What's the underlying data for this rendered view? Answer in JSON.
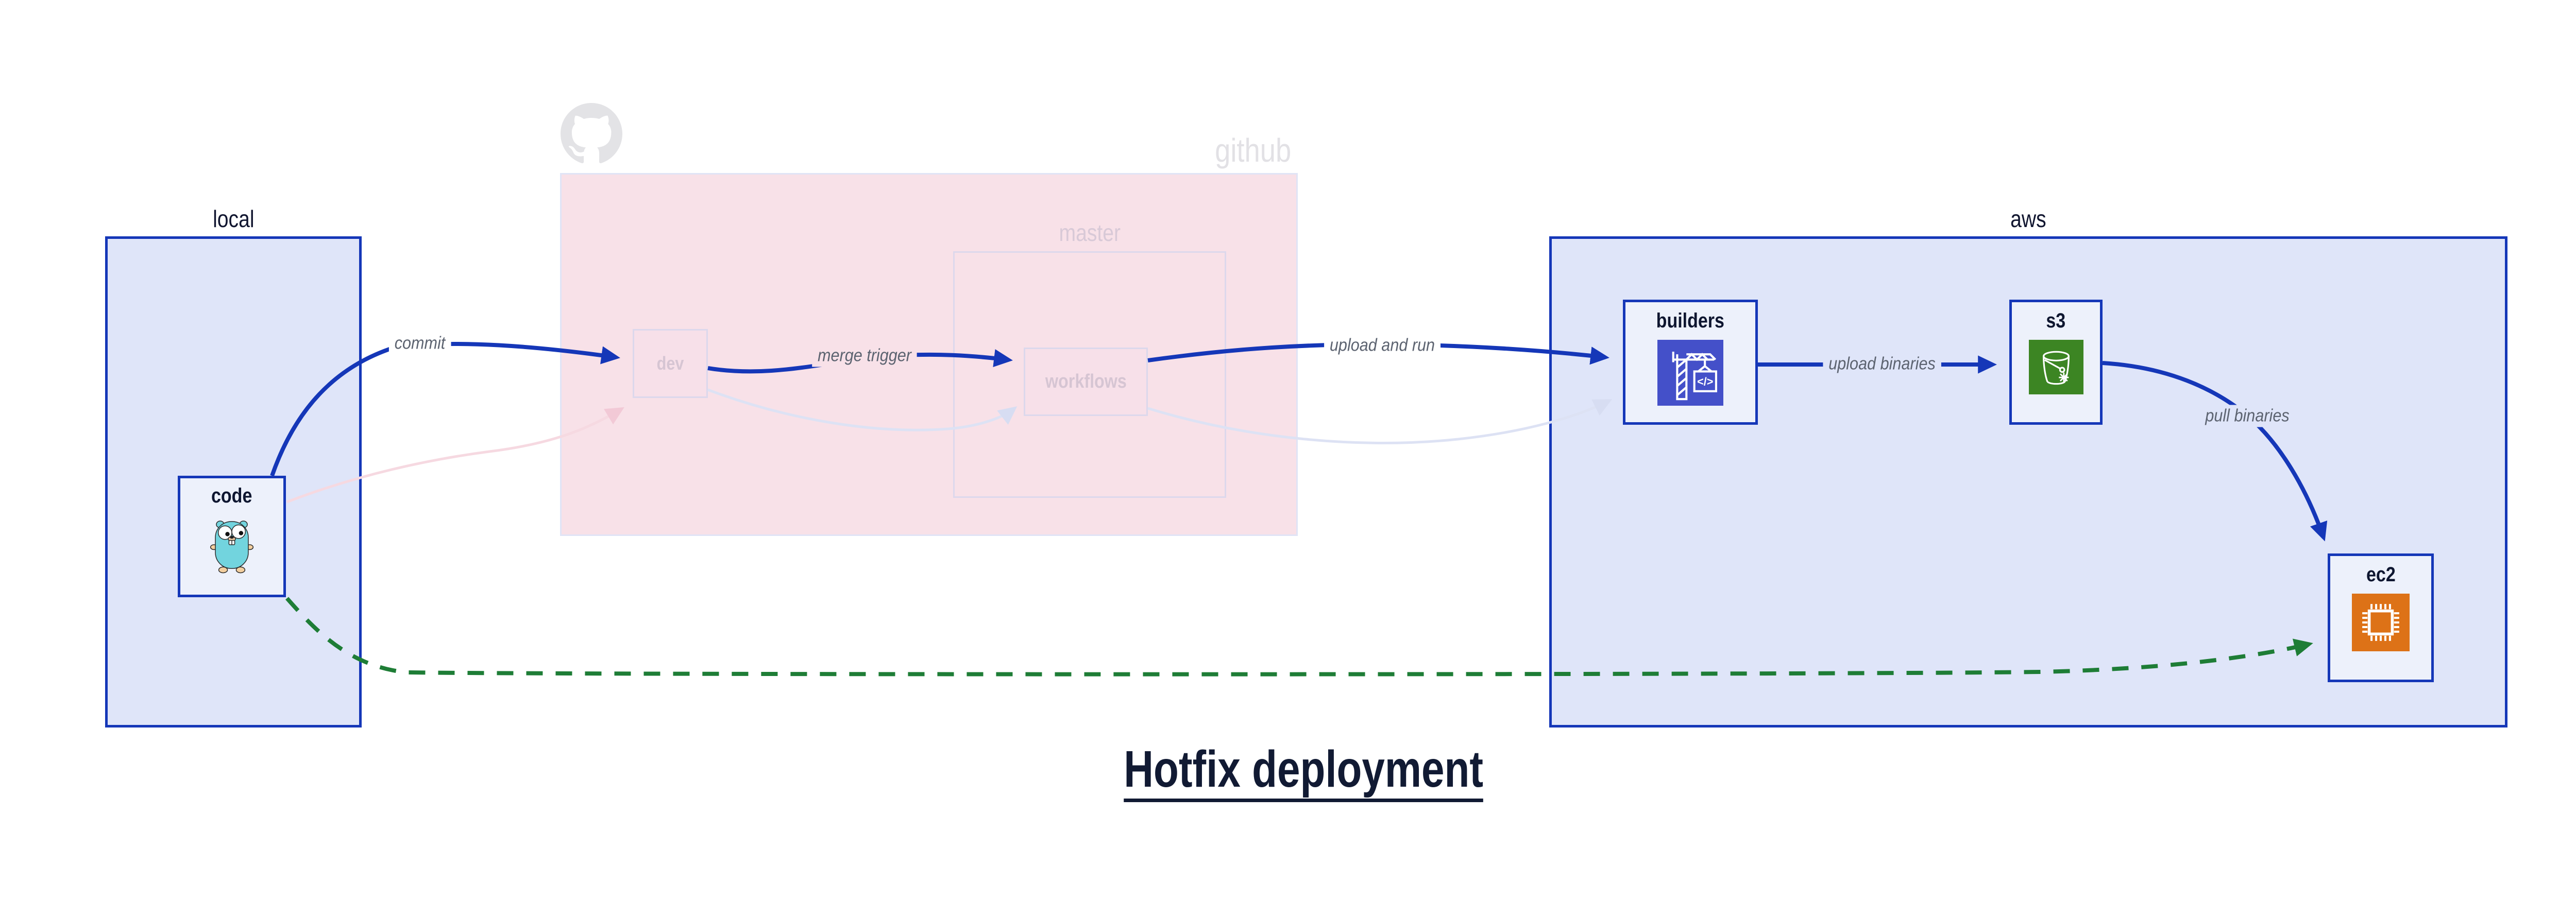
{
  "title": {
    "text": "Hotfix deployment"
  },
  "groups": {
    "local": {
      "label": "local"
    },
    "github": {
      "label": "github",
      "branch_label": "master"
    },
    "aws": {
      "label": "aws"
    }
  },
  "nodes": {
    "code": {
      "label": "code",
      "icon": "go-gopher"
    },
    "dev": {
      "label": "dev"
    },
    "workflows": {
      "label": "workflows"
    },
    "builders": {
      "label": "builders",
      "icon": "aws-codebuild-crane",
      "icon_glyph": "</>"
    },
    "s3": {
      "label": "s3",
      "icon": "aws-s3-glacier-bucket"
    },
    "ec2": {
      "label": "ec2",
      "icon": "aws-ec2-chip"
    }
  },
  "edges": [
    {
      "id": "commit",
      "label": "commit",
      "from": "code",
      "to": "dev",
      "style": "solid-blue"
    },
    {
      "id": "merge-trigger",
      "label": "merge trigger",
      "from": "dev",
      "to": "workflows",
      "style": "solid-blue"
    },
    {
      "id": "upload-and-run",
      "label": "upload and run",
      "from": "workflows",
      "to": "builders",
      "style": "solid-blue"
    },
    {
      "id": "upload-binaries",
      "label": "upload binaries",
      "from": "builders",
      "to": "s3",
      "style": "solid-blue"
    },
    {
      "id": "pull-binaries",
      "label": "pull binaries",
      "from": "s3",
      "to": "ec2",
      "style": "solid-blue"
    },
    {
      "id": "code-dev-faded",
      "label": "",
      "from": "code",
      "to": "dev",
      "style": "faded-pink"
    },
    {
      "id": "dev-workflows-faded",
      "label": "",
      "from": "dev",
      "to": "workflows",
      "style": "faded-lavender"
    },
    {
      "id": "workflows-builders-faded",
      "label": "",
      "from": "workflows",
      "to": "builders",
      "style": "faded-lavender"
    },
    {
      "id": "hotfix-direct",
      "label": "",
      "from": "code",
      "to": "ec2",
      "style": "dashed-green"
    }
  ],
  "colors": {
    "group_fill": "#dfe5f9",
    "group_border": "#1537b8",
    "node_fill": "#edf1fb",
    "github_overlay_fill": "#f8e1e8",
    "faded_border": "#dcd8ec",
    "arrow_blue": "#1537b8",
    "arrow_green": "#1e7d36",
    "arrow_faded_pink": "#f6d9e1",
    "arrow_faded_lavender": "#dde2f4",
    "edge_label_text": "#5c6370",
    "dark_text": "#10152f",
    "faded_text": "#d6c5d3",
    "github_gray": "#e3e3e6",
    "codebuild_bg": "#4450c9",
    "s3_bg": "#3c8523",
    "ec2_bg": "#dd7217",
    "gopher_body": "#72d4de"
  }
}
